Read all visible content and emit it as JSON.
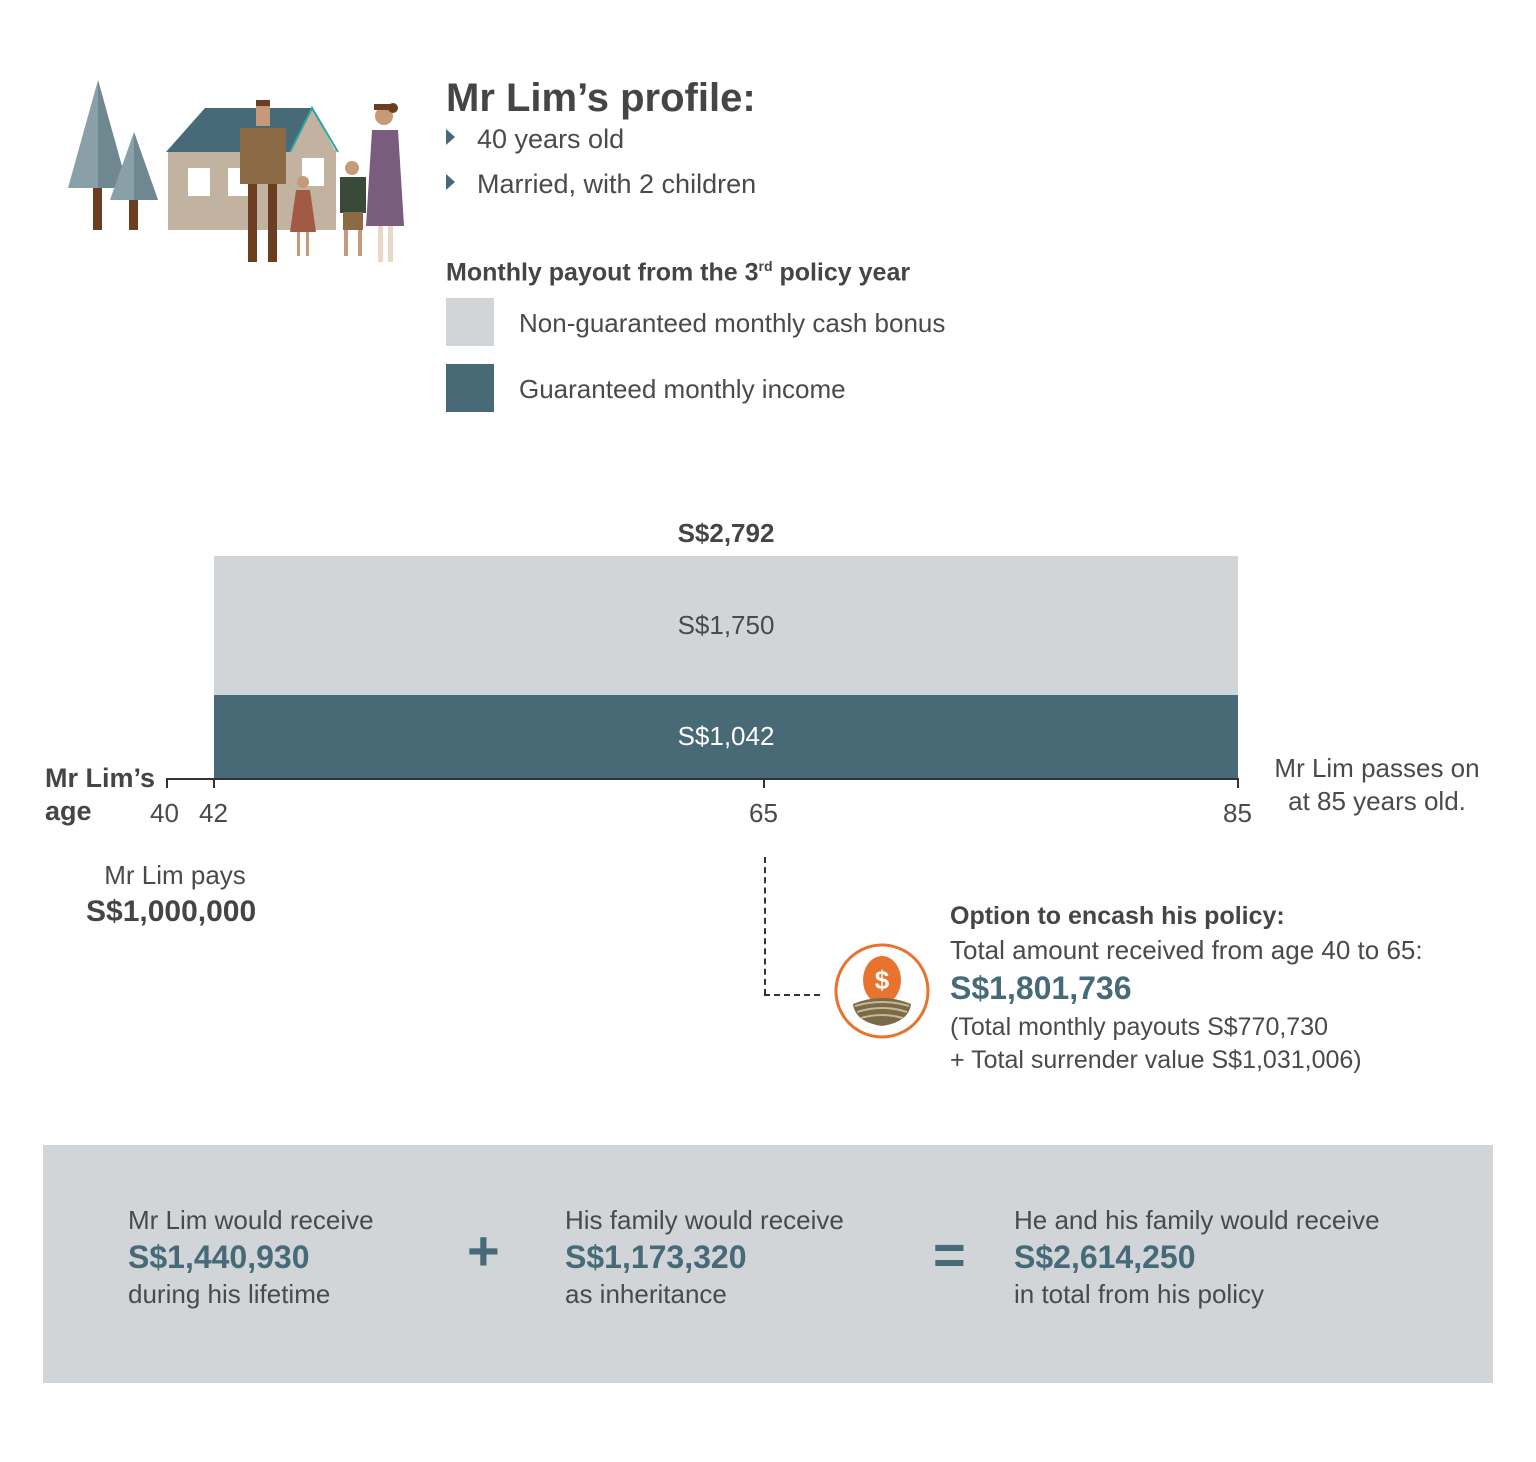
{
  "profile": {
    "title": "Mr Lim’s profile:",
    "bullets": [
      "40 years old",
      "Married, with 2 children"
    ]
  },
  "legend": {
    "title_pre": "Monthly payout from the 3",
    "title_sup": "rd",
    "title_post": " policy year",
    "items": [
      {
        "label": "Non-guaranteed monthly cash bonus",
        "color": "#d1d5d8"
      },
      {
        "label": "Guaranteed monthly income",
        "color": "#486a77"
      }
    ]
  },
  "chart_data": {
    "type": "bar",
    "total_label": "S$2,792",
    "series": [
      {
        "name": "Non-guaranteed monthly cash bonus",
        "value": 1750,
        "label": "S$1,750",
        "color": "#d1d5d8"
      },
      {
        "name": "Guaranteed monthly income",
        "value": 1042,
        "label": "S$1,042",
        "color": "#486a77"
      }
    ],
    "x_axis": {
      "label": "Mr Lim’s age",
      "range": [
        40,
        85
      ],
      "ticks": [
        40,
        42,
        65,
        85
      ],
      "payout_start_age": 42,
      "payout_end_age": 85
    }
  },
  "timeline": {
    "axis_label_1": "Mr Lim’s",
    "axis_label_2": "age",
    "end_note_1": "Mr Lim passes on",
    "end_note_2": "at 85 years old.",
    "pays_label": "Mr Lim pays",
    "pays_amount": "S$1,000,000"
  },
  "encash": {
    "title": "Option to encash his policy:",
    "subtitle": "Total amount received from age 40 to 65:",
    "amount": "S$1,801,736",
    "note_1": "(Total monthly payouts S$770,730",
    "note_2": "+ Total surrender value S$1,031,006)",
    "icon": "nest-egg-dollar-icon",
    "icon_glyph": "$"
  },
  "summary": {
    "cols": [
      {
        "a": "Mr Lim would receive",
        "b": "S$1,440,930",
        "c": "during his lifetime"
      },
      {
        "a": "His family would receive",
        "b": "S$1,173,320",
        "c": "as inheritance"
      },
      {
        "a": "He and his family would receive",
        "b": "S$2,614,250",
        "c": "in total from his policy"
      }
    ],
    "plus": "+",
    "equals": "="
  },
  "colors": {
    "accent": "#466a78",
    "bonus": "#d1d5d8",
    "income": "#486a77",
    "egg": "#e8732e"
  }
}
